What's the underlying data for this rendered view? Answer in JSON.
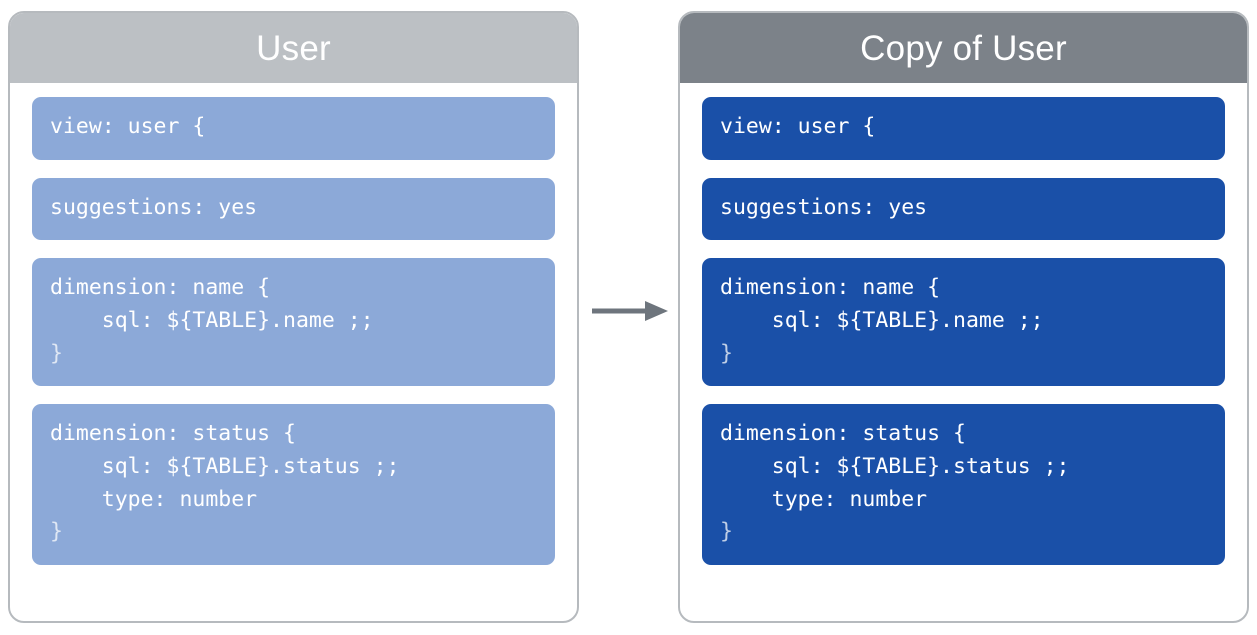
{
  "diagram": {
    "type": "before-after-copy",
    "arrow": {
      "icon": "arrow-right-icon",
      "direction": "right",
      "color": "#6e757d",
      "label": ""
    },
    "colors": {
      "left_header": "#bcc0c4",
      "right_header": "#7c8289",
      "left_code_block": "#8ca9d8",
      "right_code_block": "#1a50a8",
      "panel_border": "#b6babe",
      "panel_background": "#ffffff",
      "code_text": "#ffffff"
    }
  },
  "panels": [
    {
      "id": "source-view",
      "title": "User",
      "blocks": [
        {
          "id": "view-declaration",
          "lines": [
            {
              "text": "view: user {",
              "dim": false
            }
          ]
        },
        {
          "id": "suggestions-parameter",
          "lines": [
            {
              "text": "suggestions: yes",
              "dim": false
            }
          ]
        },
        {
          "id": "dimension-name",
          "lines": [
            {
              "text": "dimension: name {",
              "dim": false
            },
            {
              "text": "    sql: ${TABLE}.name ;;",
              "dim": false
            },
            {
              "text": "}",
              "dim": true
            }
          ]
        },
        {
          "id": "dimension-status",
          "lines": [
            {
              "text": "dimension: status {",
              "dim": false
            },
            {
              "text": "    sql: ${TABLE}.status ;;",
              "dim": false
            },
            {
              "text": "    type: number",
              "dim": false
            },
            {
              "text": "}",
              "dim": true
            }
          ]
        }
      ]
    },
    {
      "id": "copied-view",
      "title": "Copy of User",
      "blocks": [
        {
          "id": "view-declaration",
          "lines": [
            {
              "text": "view: user {",
              "dim": false
            }
          ]
        },
        {
          "id": "suggestions-parameter",
          "lines": [
            {
              "text": "suggestions: yes",
              "dim": false
            }
          ]
        },
        {
          "id": "dimension-name",
          "lines": [
            {
              "text": "dimension: name {",
              "dim": false
            },
            {
              "text": "    sql: ${TABLE}.name ;;",
              "dim": false
            },
            {
              "text": "}",
              "dim": true
            }
          ]
        },
        {
          "id": "dimension-status",
          "lines": [
            {
              "text": "dimension: status {",
              "dim": false
            },
            {
              "text": "    sql: ${TABLE}.status ;;",
              "dim": false
            },
            {
              "text": "    type: number",
              "dim": false
            },
            {
              "text": "}",
              "dim": true
            }
          ]
        }
      ]
    }
  ]
}
